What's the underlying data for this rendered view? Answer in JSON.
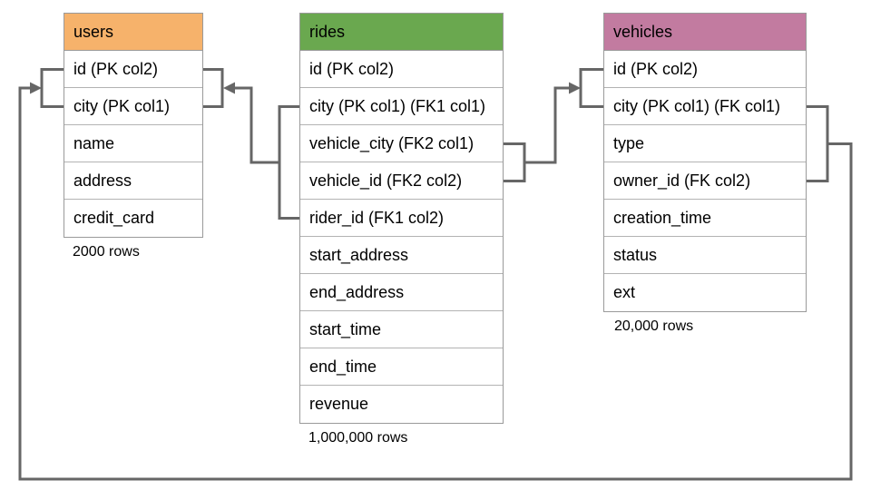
{
  "tables": [
    {
      "name": "users",
      "header_color": "#F6B26B",
      "row_count_label": "2000 rows",
      "columns": [
        "id (PK col2)",
        "city (PK col1)",
        "name",
        "address",
        "credit_card"
      ]
    },
    {
      "name": "rides",
      "header_color": "#6AA84F",
      "row_count_label": "1,000,000 rows",
      "columns": [
        "id (PK col2)",
        "city (PK col1) (FK1 col1)",
        "vehicle_city (FK2 col1)",
        "vehicle_id (FK2 col2)",
        "rider_id (FK1 col2)",
        "start_address",
        "end_address",
        "start_time",
        "end_time",
        "revenue"
      ]
    },
    {
      "name": "vehicles",
      "header_color": "#C27BA0",
      "row_count_label": "20,000 rows",
      "columns": [
        "id (PK col2)",
        "city (PK col1) (FK col1)",
        "type",
        "owner_id (FK col2)",
        "creation_time",
        "status",
        "ext"
      ]
    }
  ],
  "relationships": [
    {
      "id": "FK1",
      "from_table": "rides",
      "from_columns": [
        "city (PK col1) (FK1 col1)",
        "rider_id (FK1 col2)"
      ],
      "to_table": "users",
      "to_columns": [
        "id (PK col2)",
        "city (PK col1)"
      ]
    },
    {
      "id": "FK2",
      "from_table": "rides",
      "from_columns": [
        "vehicle_city (FK2 col1)",
        "vehicle_id (FK2 col2)"
      ],
      "to_table": "vehicles",
      "to_columns": [
        "id (PK col2)",
        "city (PK col1) (FK col1)"
      ]
    },
    {
      "id": "FK",
      "from_table": "vehicles",
      "from_columns": [
        "city (PK col1) (FK col1)",
        "owner_id (FK col2)"
      ],
      "to_table": "users",
      "to_columns": [
        "id (PK col2)",
        "city (PK col1)"
      ]
    }
  ],
  "colors": {
    "connector": "#666666",
    "table_border": "#9a9a9a",
    "row_divider": "#b3b3b3",
    "text": "#000000",
    "background": "#ffffff"
  }
}
